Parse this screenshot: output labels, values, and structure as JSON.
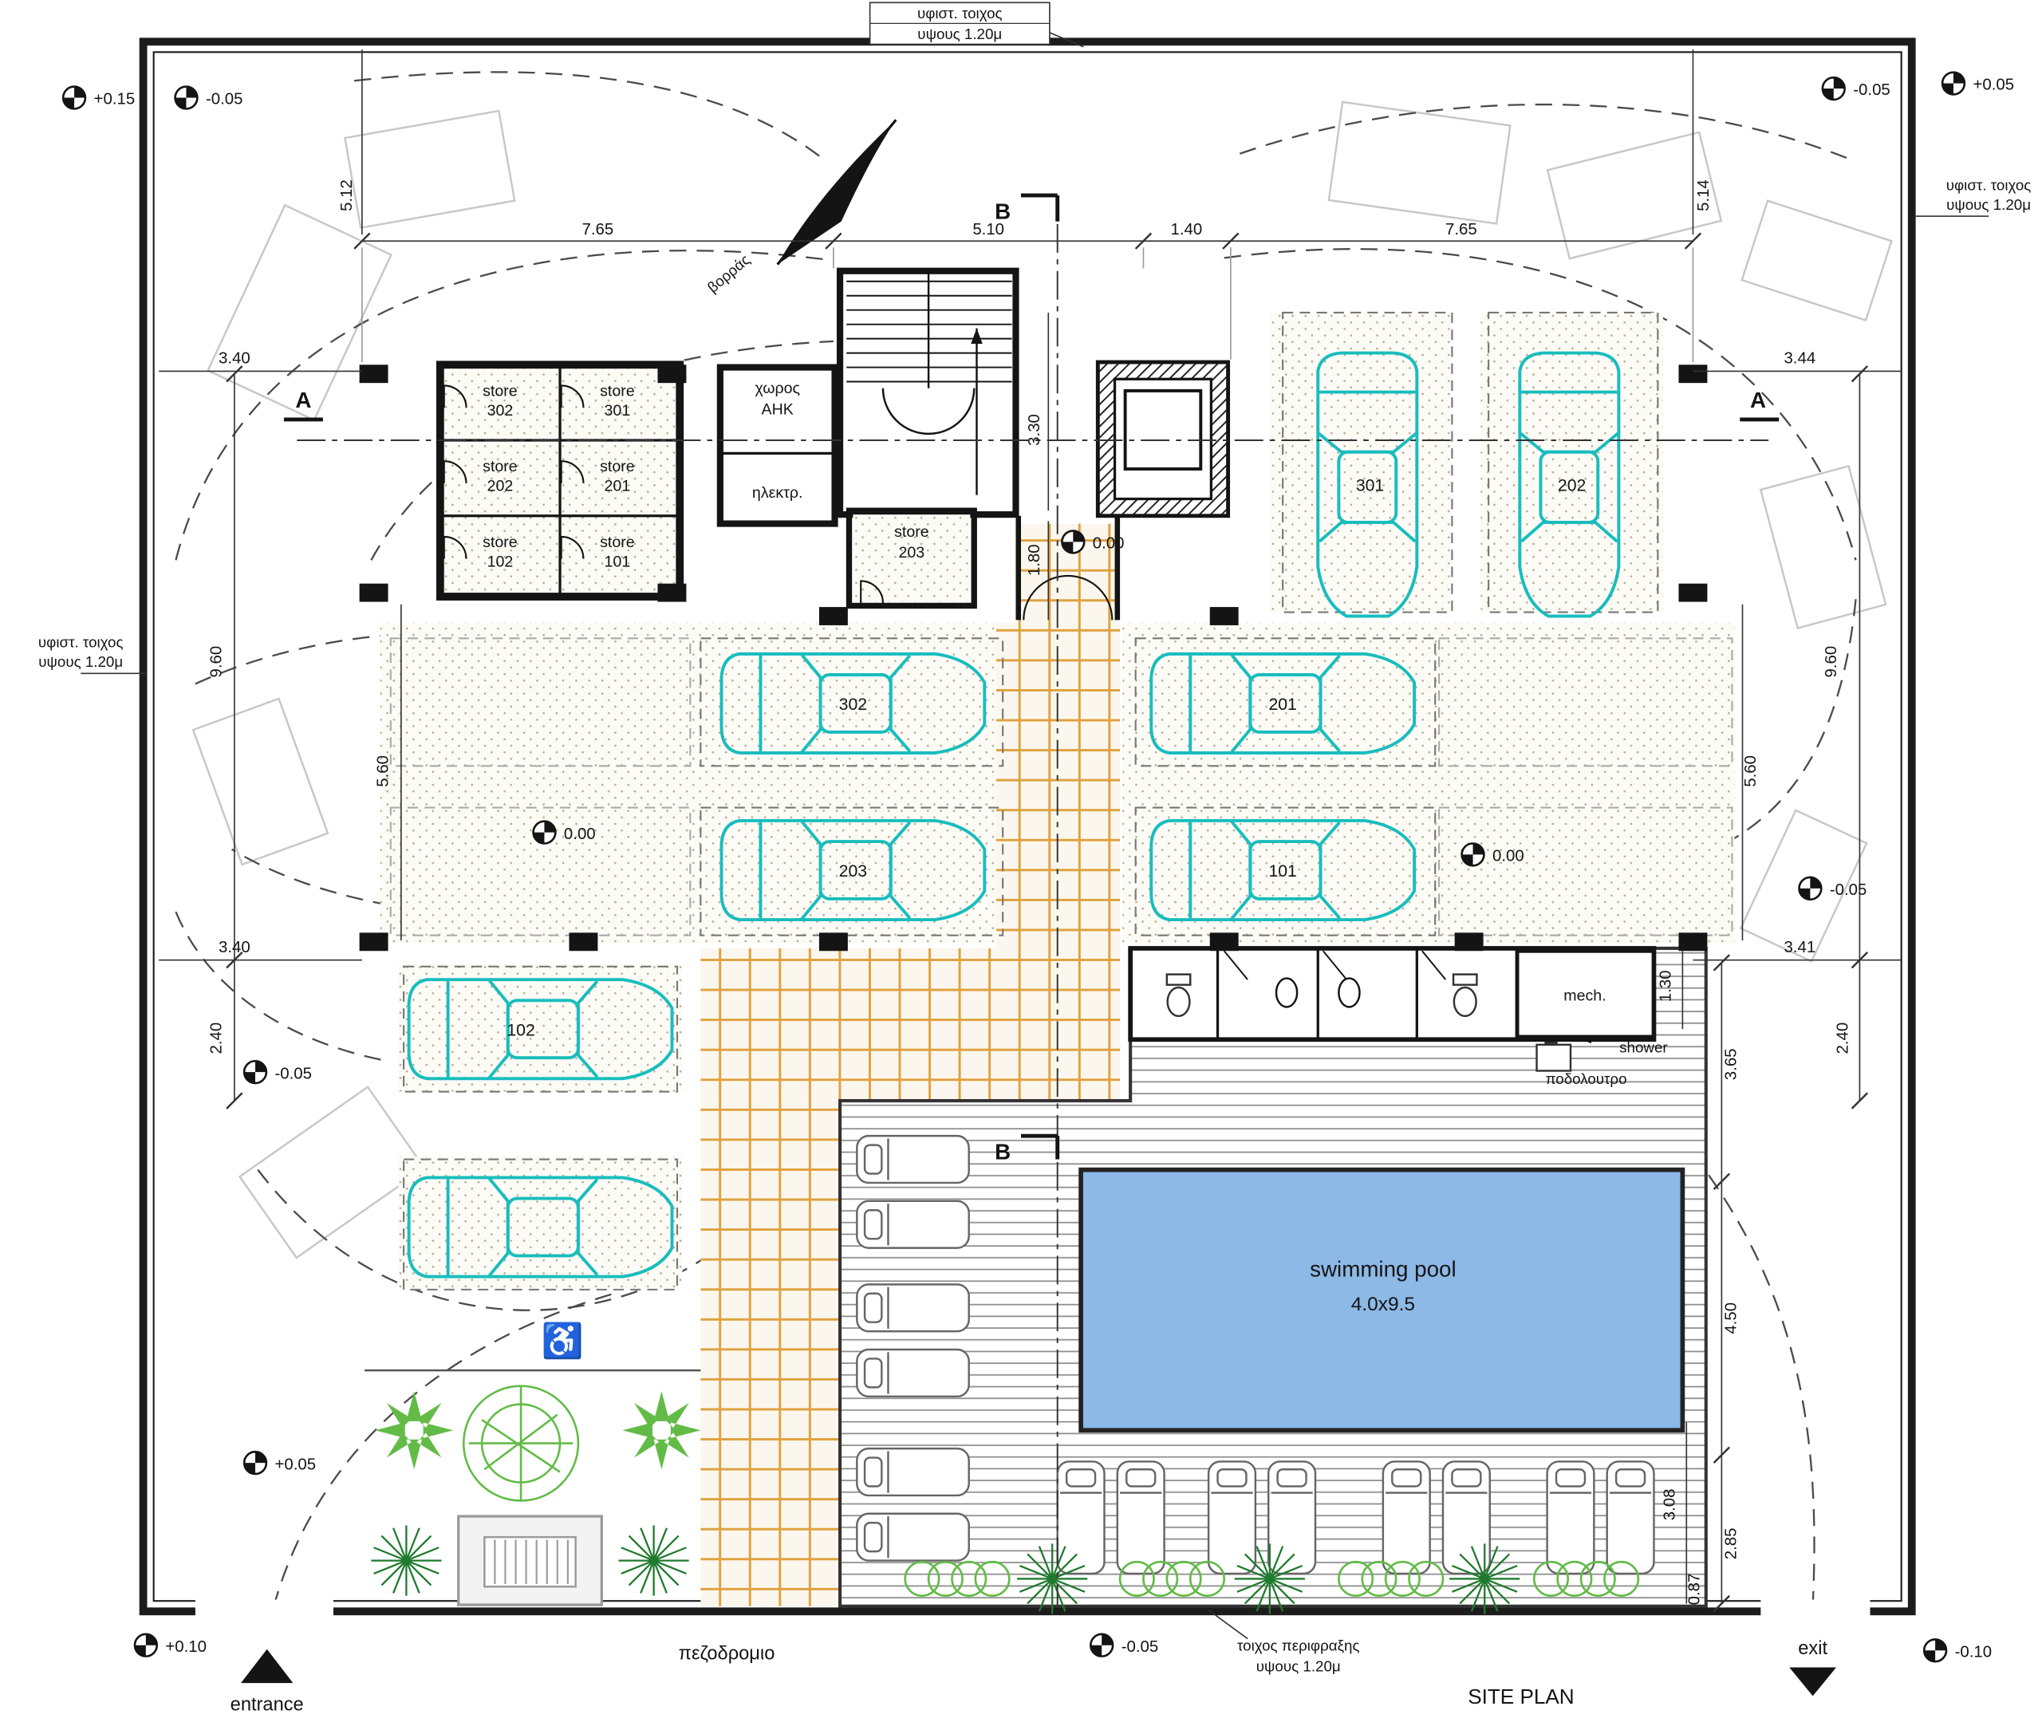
{
  "drawing": {
    "title": "SITE PLAN",
    "sidewalk": "πεζοδρομιο",
    "entrance": "entrance",
    "exit": "exit",
    "north": "βορράς",
    "handicap": "♿"
  },
  "colors": {
    "car": "#19bdbd",
    "pool": "#8db9e6",
    "tile": "#e0a23e",
    "plant": "#63bb47",
    "plant_dark": "#1f7a2d",
    "wall": "#141414"
  },
  "wall_notes": {
    "top1": "υφιστ. τοιχος",
    "top2": "υψους 1.20μ",
    "left1": "υφιστ. τοιχος",
    "left2": "υψους 1.20μ",
    "right1": "υφιστ. τοιχος",
    "right2": "υψους 1.20μ",
    "fence1": "τοιχος περιφραξης",
    "fence2": "υψους 1.20μ"
  },
  "rooms": {
    "store_word": "store",
    "s302": "302",
    "s301": "301",
    "s202": "202",
    "s201": "201",
    "s102": "102",
    "s101": "101",
    "s203": "203",
    "ahk1": "χωρος",
    "ahk2": "ΑΗΚ",
    "electrical": "ηλεκτρ.",
    "mech": "mech.",
    "shower": "shower",
    "footbath": "ποδολουτρο"
  },
  "pool": {
    "name": "swimming pool",
    "size": "4.0x9.5"
  },
  "cars": {
    "c301": "301",
    "c202": "202",
    "c302": "302",
    "c201": "201",
    "c203": "203",
    "c101": "101",
    "c102": "102"
  },
  "levels": {
    "tl_a": "+0.15",
    "tl_b": "-0.05",
    "tr_a": "-0.05",
    "tr_b": "+0.05",
    "core": "0.00",
    "west": "0.00",
    "east": "0.00",
    "right_mid": "-0.05",
    "left_mid": "-0.05",
    "garden": "+0.05",
    "bottom_left": "+0.10",
    "bottom_mid": "-0.05",
    "bottom_right": "-0.10"
  },
  "dims": {
    "t1": "7.65",
    "t2": "5.10",
    "t3": "1.40",
    "t4": "7.65",
    "tl_v": "5.12",
    "tr_v": "5.14",
    "l_top": "3.40",
    "r_top": "3.44",
    "l_960": "9.60",
    "r_960": "9.60",
    "l_560": "5.60",
    "r_560": "5.60",
    "l_340": "3.40",
    "r_341": "3.41",
    "l_240": "2.40",
    "r_240": "2.40",
    "r_130": "1.30",
    "r_365": "3.65",
    "r_450": "4.50",
    "r_308": "3.08",
    "r_285": "2.85",
    "r_087": "0.87",
    "core_330": "3.30",
    "core_180": "1.80"
  },
  "sections": {
    "a": "A",
    "b": "B"
  }
}
